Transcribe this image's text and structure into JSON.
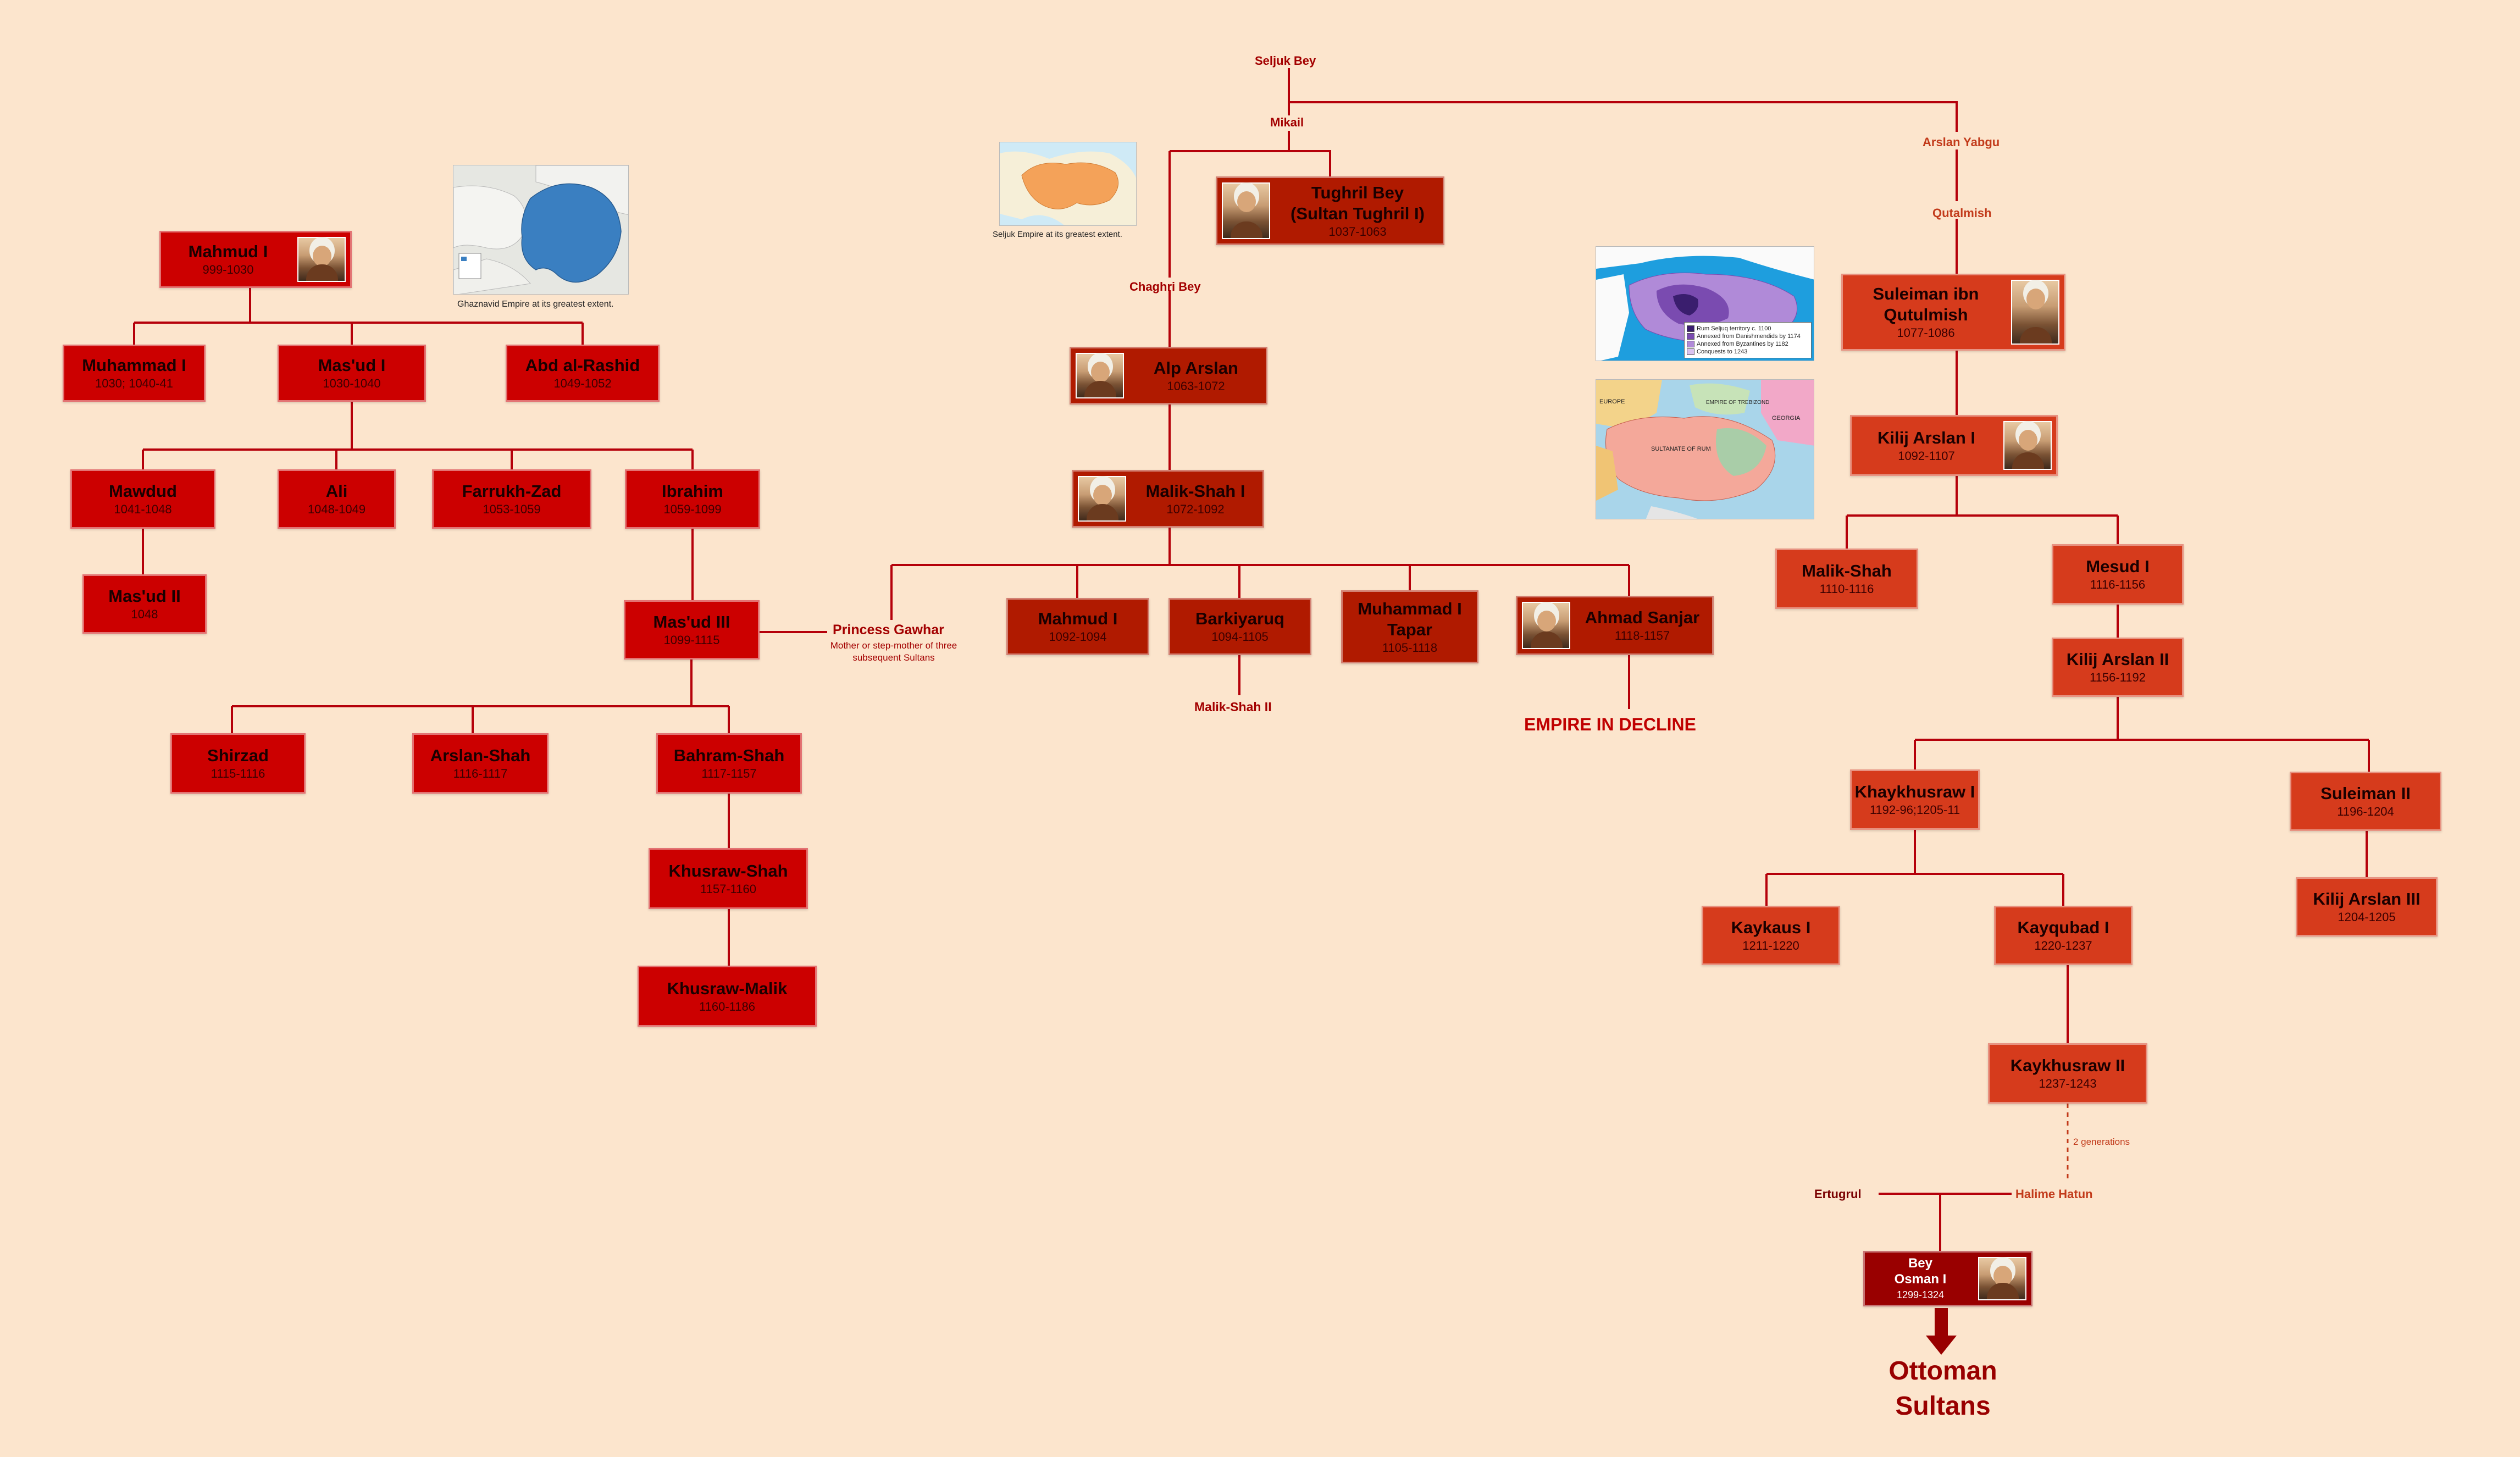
{
  "boxes": [
    {
      "id": "mahmud1",
      "name": "Mahmud I",
      "years": "999-1030",
      "color": "#cc0000",
      "pic": "right"
    },
    {
      "id": "muhammad1",
      "name": "Muhammad I",
      "years": "1030; 1040-41",
      "color": "#cc0000"
    },
    {
      "id": "masud1",
      "name": "Mas'ud I",
      "years": "1030-1040",
      "color": "#cc0000"
    },
    {
      "id": "abdrashid",
      "name": "Abd al-Rashid",
      "years": "1049-1052",
      "color": "#cc0000"
    },
    {
      "id": "mawdud",
      "name": "Mawdud",
      "years": "1041-1048",
      "color": "#cc0000"
    },
    {
      "id": "ali",
      "name": "Ali",
      "years": "1048-1049",
      "color": "#cc0000"
    },
    {
      "id": "farrukh",
      "name": "Farrukh-Zad",
      "years": "1053-1059",
      "color": "#cc0000"
    },
    {
      "id": "ibrahim",
      "name": "Ibrahim",
      "years": "1059-1099",
      "color": "#cc0000"
    },
    {
      "id": "masud2",
      "name": "Mas'ud II",
      "years": "1048",
      "color": "#cc0000"
    },
    {
      "id": "masud3",
      "name": "Mas'ud III",
      "years": "1099-1115",
      "color": "#cc0000"
    },
    {
      "id": "shirzad",
      "name": "Shirzad",
      "years": "1115-1116",
      "color": "#cc0000"
    },
    {
      "id": "arslanshah",
      "name": "Arslan-Shah",
      "years": "1116-1117",
      "color": "#cc0000"
    },
    {
      "id": "bahram",
      "name": "Bahram-Shah",
      "years": "1117-1157",
      "color": "#cc0000"
    },
    {
      "id": "khusrawshah",
      "name": "Khusraw-Shah",
      "years": "1157-1160",
      "color": "#cc0000"
    },
    {
      "id": "khusrawmalik",
      "name": "Khusraw-Malik",
      "years": "1160-1186",
      "color": "#cc0000"
    },
    {
      "id": "tughril",
      "name": "Tughril Bey\n(Sultan Tughril I)",
      "years": "1037-1063",
      "color": "#b01a00",
      "pic": "left"
    },
    {
      "id": "alparslan",
      "name": "Alp Arslan",
      "years": "1063-1072",
      "color": "#b01a00",
      "pic": "left"
    },
    {
      "id": "malikshah1",
      "name": "Malik-Shah I",
      "years": "1072-1092",
      "color": "#b01a00",
      "pic": "left"
    },
    {
      "id": "mahmud1s",
      "name": "Mahmud I",
      "years": "1092-1094",
      "color": "#b01a00"
    },
    {
      "id": "barkiyaruq",
      "name": "Barkiyaruq",
      "years": "1094-1105",
      "color": "#b01a00"
    },
    {
      "id": "muhammadtapar",
      "name": "Muhammad I\nTapar",
      "years": "1105-1118",
      "color": "#b01a00"
    },
    {
      "id": "sanjar",
      "name": "Ahmad Sanjar",
      "years": "1118-1157",
      "color": "#b01a00",
      "pic": "left"
    },
    {
      "id": "suleiman1",
      "name": "Suleiman ibn\nQutulmish",
      "years": "1077-1086",
      "color": "#d63b1c",
      "pic": "right"
    },
    {
      "id": "kilij1",
      "name": "Kilij Arslan I",
      "years": "1092-1107",
      "color": "#d63b1c",
      "pic": "right"
    },
    {
      "id": "malikshahr",
      "name": "Malik-Shah",
      "years": "1110-1116",
      "color": "#d63b1c"
    },
    {
      "id": "mesud1",
      "name": "Mesud I",
      "years": "1116-1156",
      "color": "#d63b1c"
    },
    {
      "id": "kilij2",
      "name": "Kilij Arslan II",
      "years": "1156-1192",
      "color": "#d63b1c"
    },
    {
      "id": "khaykhusraw1",
      "name": "Khaykhusraw I",
      "years": "1192-96;1205-11",
      "color": "#d63b1c"
    },
    {
      "id": "suleiman2",
      "name": "Suleiman II",
      "years": "1196-1204",
      "color": "#d63b1c"
    },
    {
      "id": "kilij3",
      "name": "Kilij Arslan III",
      "years": "1204-1205",
      "color": "#d63b1c"
    },
    {
      "id": "kaykaus1",
      "name": "Kaykaus I",
      "years": "1211-1220",
      "color": "#d63b1c"
    },
    {
      "id": "kayqubad1",
      "name": "Kayqubad I",
      "years": "1220-1237",
      "color": "#d63b1c"
    },
    {
      "id": "kaykhusraw2",
      "name": "Kaykhusraw II",
      "years": "1237-1243",
      "color": "#d63b1c"
    },
    {
      "id": "osman",
      "name": "Bey\nOsman I",
      "years": "1299-1324",
      "color": "#990000",
      "pic": "right"
    }
  ],
  "labels": {
    "seljuk_bey": "Seljuk Bey",
    "mikail": "Mikail",
    "arslan_yabgu": "Arslan Yabgu",
    "qutalmish": "Qutalmish",
    "chaghri_bey": "Chaghri Bey",
    "princess_gawhar": "Princess Gawhar",
    "princess_note": "Mother or step-mother of three\nsubsequent Sultans",
    "malikshah2": "Malik-Shah II",
    "empire_decline": "EMPIRE IN DECLINE",
    "two_generations": "2 generations",
    "ertugrul": "Ertugrul",
    "halime": "Halime Hatun",
    "ottoman": "Ottoman\nSultans"
  },
  "maps": {
    "ghaznavid_caption": "Ghaznavid Empire at its greatest extent.",
    "seljuk_caption": "Seljuk Empire at its greatest extent.",
    "rum_legend": [
      {
        "label": "Rum Seljuq territory c. 1100",
        "color": "#3a1e6e"
      },
      {
        "label": "Annexed from Danishmendids by 1174",
        "color": "#7a4bb0"
      },
      {
        "label": "Annexed from Byzantines by 1182",
        "color": "#b08ad8"
      },
      {
        "label": "Conquests to 1243",
        "color": "#d9c2f0"
      }
    ],
    "rum_map2_labels": [
      "EUROPE",
      "GEORGIA",
      "EMPIRE OF TREBIZOND",
      "SULTANATE OF RUM"
    ]
  },
  "colors": {
    "background": "#fce5cd",
    "line": "#b5000a",
    "ghaznavid": "#cc0000",
    "great_seljuk": "#b01a00",
    "rum_seljuk": "#d63b1c",
    "ottoman": "#990000",
    "label": "#a30000"
  }
}
